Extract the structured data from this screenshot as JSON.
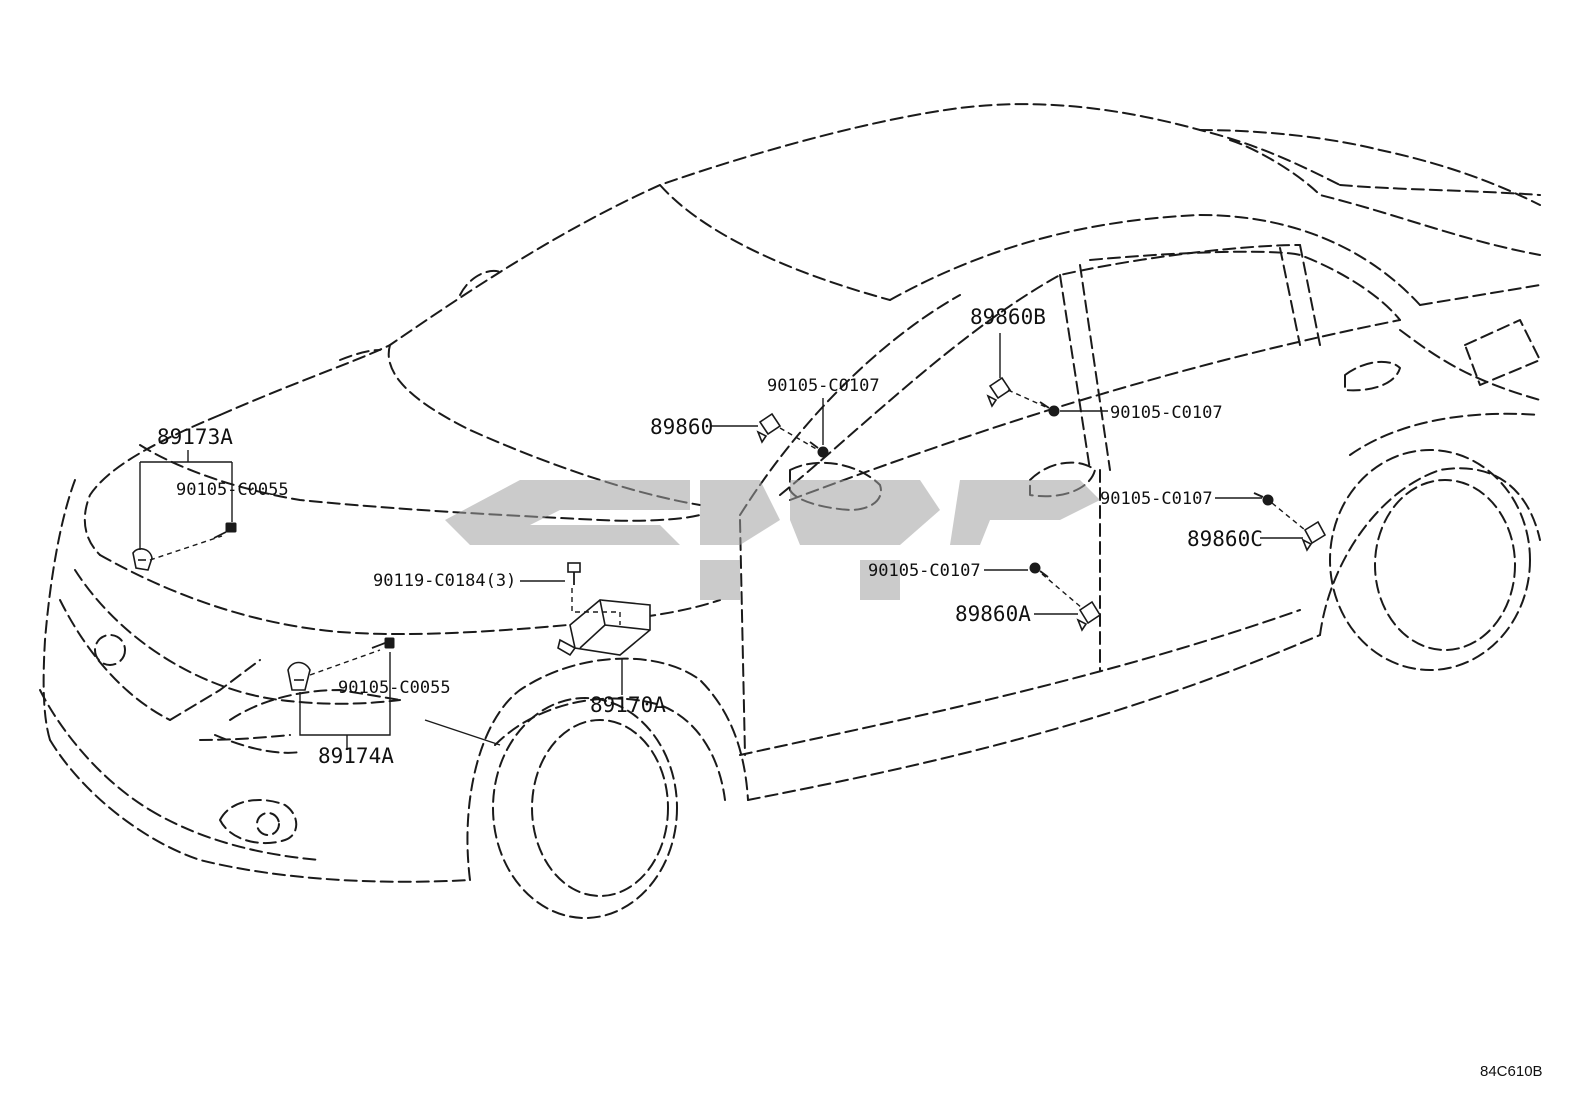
{
  "callouts": {
    "p89173A": "89173A",
    "b90105_C0055_top": "90105-C0055",
    "b90119_C0184": "90119-C0184(3)",
    "b90105_C0055_bottom": "90105-C0055",
    "p89174A": "89174A",
    "p89170A": "89170A",
    "p89860": "89860",
    "b90105_C0107_mirror": "90105-C0107",
    "p89860B": "89860B",
    "b90105_C0107_b": "90105-C0107",
    "b90105_C0107_c": "90105-C0107",
    "p89860C": "89860C",
    "b90105_C0107_a": "90105-C0107",
    "p89860A": "89860A"
  },
  "reference_code": "84C610B",
  "colors": {
    "line": "#1a1a1a",
    "watermark": "#a0a0a0",
    "background": "#ffffff"
  }
}
